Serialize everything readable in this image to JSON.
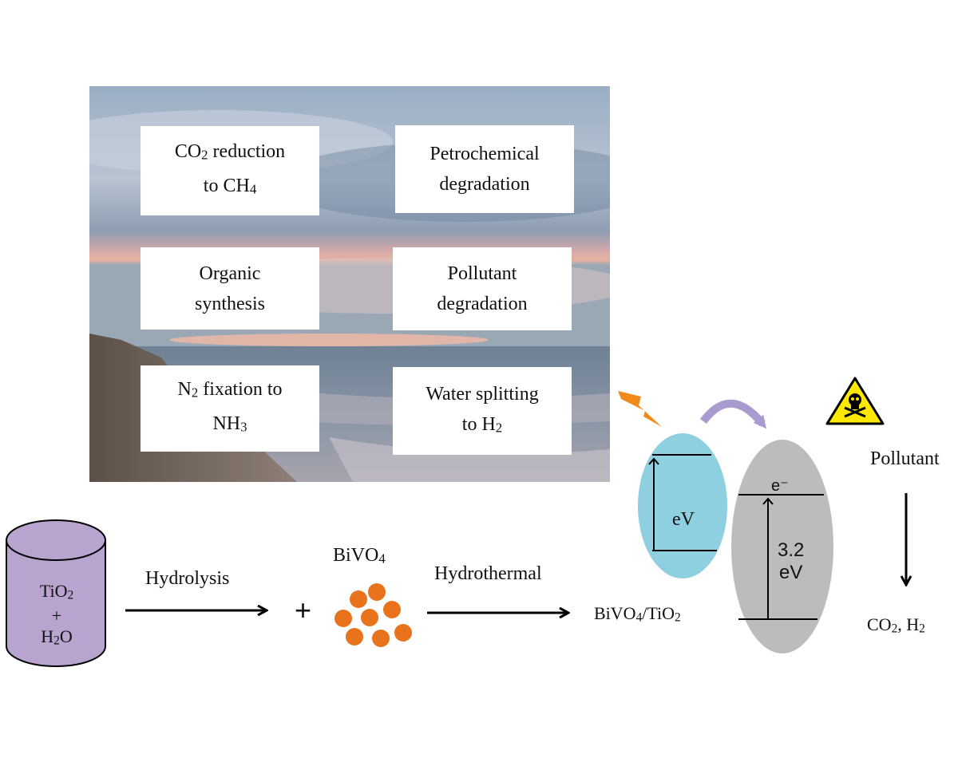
{
  "applications": [
    {
      "pre": "CO",
      "sub": "2",
      "post": " reduction\nto CH",
      "sub2": "4"
    },
    {
      "pre": "Petrochemical\ndegradation",
      "sub": "",
      "post": "",
      "sub2": ""
    },
    {
      "pre": "Organic\nsynthesis",
      "sub": "",
      "post": "",
      "sub2": ""
    },
    {
      "pre": "Pollutant\ndegradation",
      "sub": "",
      "post": "",
      "sub2": ""
    },
    {
      "pre": "N",
      "sub": "2",
      "post": " fixation to\nNH",
      "sub2": "3"
    },
    {
      "pre": "Water splitting\nto H",
      "sub": "2",
      "post": "",
      "sub2": ""
    }
  ],
  "process": {
    "container": {
      "line1_pre": "TiO",
      "line1_sub": "2",
      "plus": "+",
      "line3_pre": "H",
      "line3_sub": "2",
      "line3_post": "O"
    },
    "step1": "Hydrolysis",
    "plus": "+",
    "reagent": {
      "pre": "BiVO",
      "sub": "4"
    },
    "step2": "Hydrothermal",
    "product": {
      "pre": "BiVO",
      "sub": "4",
      "mid": "/TiO",
      "sub2": "2"
    }
  },
  "bands": {
    "left_gap": "eV",
    "electron": "e⁻",
    "right_gap_value": "3.2",
    "right_gap_unit": "eV"
  },
  "pollutant": {
    "label": "Pollutant",
    "products_pre": "CO",
    "products_sub": "2",
    "products_post": ", H",
    "products_sub2": "2"
  },
  "colors": {
    "container": "#b9a3cf",
    "particles": "#e8731c",
    "band_left": "#8ecfe0",
    "band_right": "#bcbcbc",
    "electron_arrow": "#a99bd0",
    "lightning": "#f08a1a",
    "hazard": "#ffe800"
  },
  "icons": [
    "lightning-icon",
    "hazard-skull-icon"
  ]
}
